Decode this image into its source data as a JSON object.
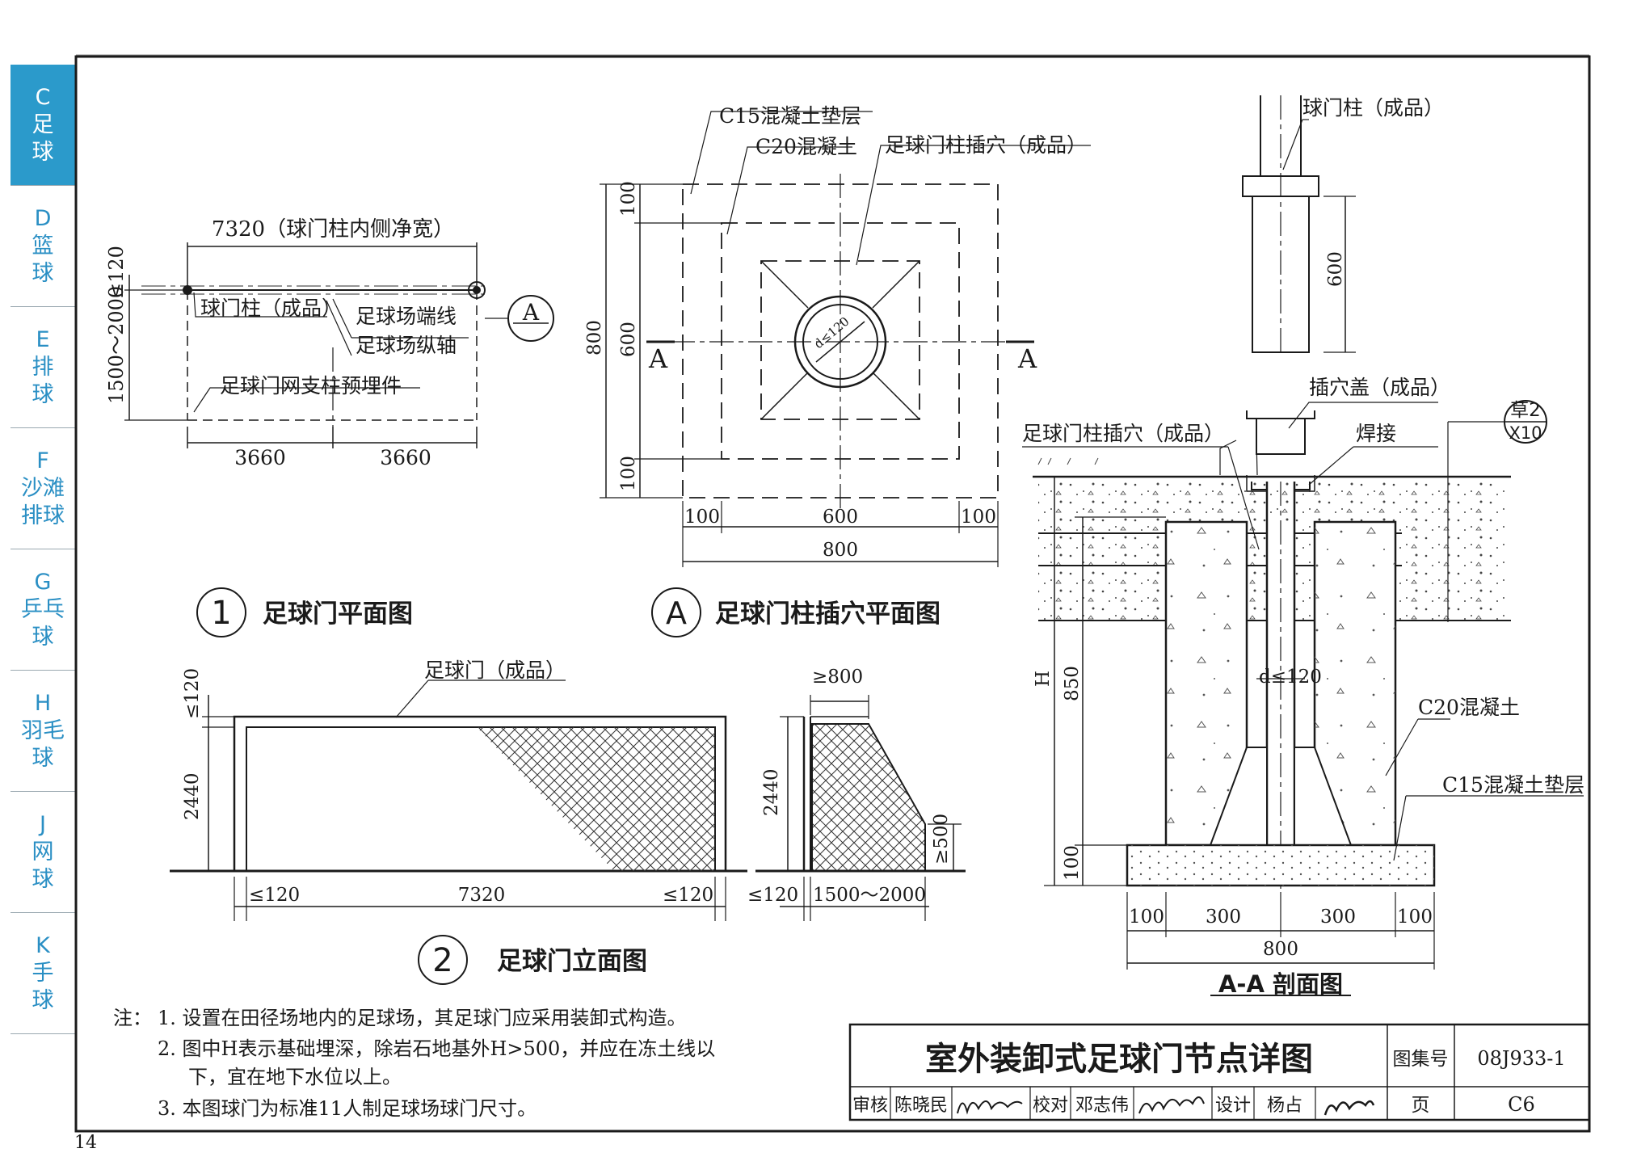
{
  "tabs": [
    {
      "letter": "C",
      "c1": "足",
      "c2": "球",
      "active": true
    },
    {
      "letter": "D",
      "c1": "篮",
      "c2": "球",
      "active": false
    },
    {
      "letter": "E",
      "c1": "排",
      "c2": "球",
      "active": false
    },
    {
      "letter": "F",
      "c1": "沙滩",
      "c2": "排球",
      "active": false
    },
    {
      "letter": "G",
      "c1": "乒乓",
      "c2": "球",
      "active": false
    },
    {
      "letter": "H",
      "c1": "羽毛",
      "c2": "球",
      "active": false
    },
    {
      "letter": "J",
      "c1": "网",
      "c2": "球",
      "active": false
    },
    {
      "letter": "K",
      "c1": "手",
      "c2": "球",
      "active": false
    }
  ],
  "page_number": "14",
  "plan": {
    "dim_top": "7320（球门柱内侧净宽）",
    "post_label": "球门柱（成品）",
    "end_line": "足球场端线",
    "long_axis": "足球场纵轴",
    "embed": "足球门网支柱预埋件",
    "dim_left": "1500～2000",
    "dim_left_small": "≤120",
    "dim_a": "3660",
    "dim_b": "3660",
    "section_mark": "A",
    "caption_num": "1",
    "caption": "足球门平面图"
  },
  "socket_plan": {
    "c15": "C15混凝土垫层",
    "c20": "C20混凝土",
    "socket": "足球门柱插穴（成品）",
    "dim_v_top": "100",
    "dim_v_mid": "600",
    "dim_v_bot": "100",
    "dim_v_total": "800",
    "dim_h_left": "100",
    "dim_h_mid": "600",
    "dim_h_right": "100",
    "dim_h_total": "800",
    "circle_dim": "d≤120",
    "cut_left": "A",
    "cut_right": "A",
    "caption_num": "A",
    "caption": "足球门柱插穴平面图"
  },
  "elevation": {
    "label": "足球门（成品）",
    "dim_top": "≤120",
    "dim_height": "2440",
    "dim_left": "≤120",
    "dim_width": "7320",
    "dim_right": "≤120",
    "side_top": "≥800",
    "side_height": "2440",
    "side_bottom": "≥500",
    "side_left": "≤120",
    "side_depth": "1500～2000",
    "caption_num": "2",
    "caption": "足球门立面图"
  },
  "section": {
    "post": "球门柱（成品）",
    "dim_600": "600",
    "cap": "插穴盖（成品）",
    "socket": "足球门柱插穴（成品）",
    "weld": "焊接",
    "ref_top": "草2",
    "ref_bottom": "X10",
    "dim_h": "H",
    "dim_850": "850",
    "dim_100": "100",
    "d_label": "d≤120",
    "c20": "C20混凝土",
    "c15": "C15混凝土垫层",
    "dim_b1": "100",
    "dim_b2": "300",
    "dim_b3": "300",
    "dim_b4": "100",
    "dim_total": "800",
    "caption": "A-A 剖面图"
  },
  "notes": {
    "prefix": "注：",
    "n1": "1.  设置在田径场地内的足球场，其足球门应采用装卸式构造。",
    "n2a": "2.  图中H表示基础埋深，除岩石地基外H>500，并应在冻土线以",
    "n2b": "下，宜在地下水位以上。",
    "n3": "3.  本图球门为标准11人制足球场球门尺寸。"
  },
  "title_block": {
    "title": "室外装卸式足球门节点详图",
    "atlas_label": "图集号",
    "atlas_no": "08J933-1",
    "page_label": "页",
    "page_no": "C6",
    "review_label": "审核",
    "reviewer": "陈晓民",
    "check_label": "校对",
    "checker": "邓志伟",
    "design_label": "设计",
    "designer": "杨占"
  }
}
